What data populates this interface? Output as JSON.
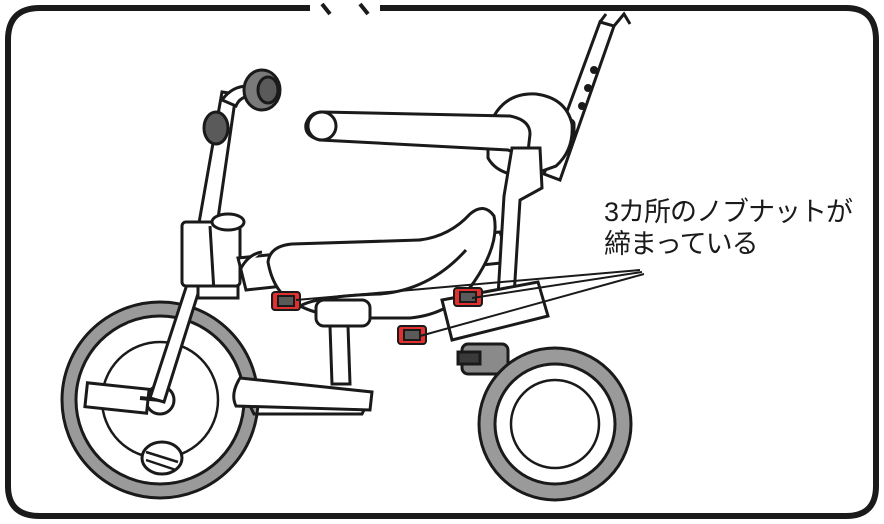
{
  "callout": {
    "line1": "3カ所のノブナットが",
    "line2": "締まっている"
  },
  "knob_nut_count": 3,
  "colors": {
    "outline": "#1a1a1a",
    "knob_nut_highlight": "#e03030",
    "tire": "#9a9a9a",
    "background": "#ffffff"
  },
  "icons": [
    "tricycle-illustration",
    "knob-nut-icon"
  ]
}
